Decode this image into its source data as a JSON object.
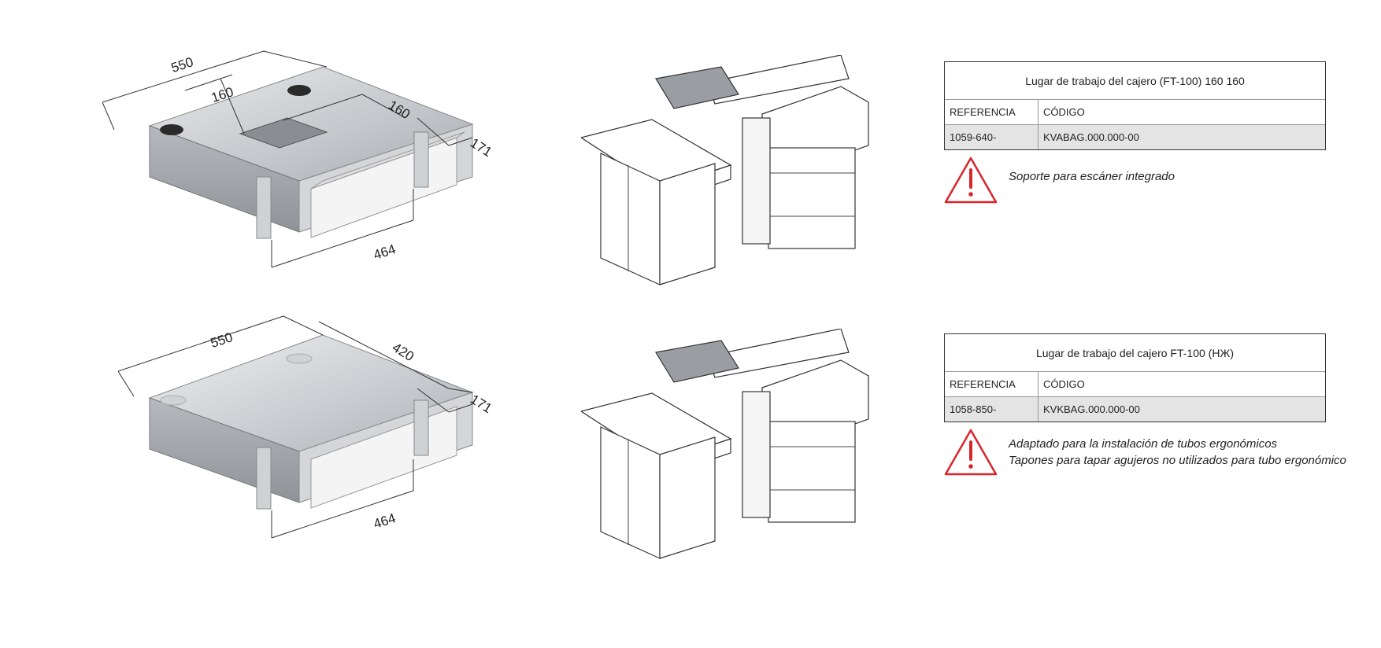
{
  "rows": [
    {
      "dims": {
        "top_width": "550",
        "left_inner": "160",
        "right_inner": "160",
        "side": "171",
        "bottom": "464"
      },
      "table": {
        "title": "Lugar de trabajo del cajero (FT-100) 160 160",
        "col_ref": "REFERENCIA",
        "col_code": "CÓDIGO",
        "ref": "1059-640-",
        "code": "KVABAG.000.000-00"
      },
      "notes": [
        "Soporte para escáner integrado"
      ]
    },
    {
      "dims": {
        "top_width": "550",
        "depth": "420",
        "side": "171",
        "bottom": "464"
      },
      "table": {
        "title": "Lugar de trabajo del cajero  FT-100 (НЖ)",
        "col_ref": "REFERENCIA",
        "col_code": "CÓDIGO",
        "ref": "1058-850-",
        "code": "KVKBAG.000.000-00"
      },
      "notes": [
        "Adaptado para la instalación de tubos ergonómicos",
        "Tapones para tapar agujeros no utilizados para tubo ergonómico"
      ]
    }
  ],
  "colors": {
    "warning": "#d9242b",
    "table_value_bg": "#e4e4e4",
    "metal": "#bfc2c6"
  },
  "icons": [
    "warning-triangle-icon"
  ]
}
